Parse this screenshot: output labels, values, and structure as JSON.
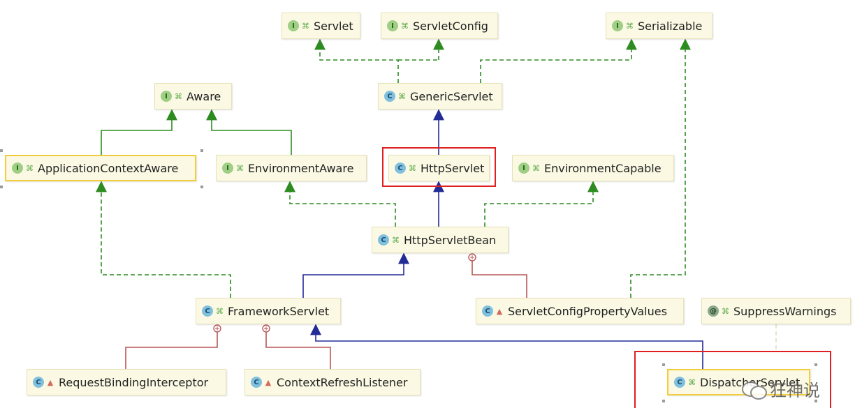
{
  "nodes": [
    {
      "id": "servlet",
      "label": "Servlet",
      "kind": "interface",
      "badge": "I",
      "visibility": "public"
    },
    {
      "id": "servlet-config",
      "label": "ServletConfig",
      "kind": "interface",
      "badge": "I",
      "visibility": "public"
    },
    {
      "id": "serializable",
      "label": "Serializable",
      "kind": "interface",
      "badge": "I",
      "visibility": "public"
    },
    {
      "id": "aware",
      "label": "Aware",
      "kind": "interface",
      "badge": "I",
      "visibility": "public"
    },
    {
      "id": "generic-servlet",
      "label": "GenericServlet",
      "kind": "class",
      "badge": "C",
      "visibility": "public"
    },
    {
      "id": "application-context-aware",
      "label": "ApplicationContextAware",
      "kind": "interface",
      "badge": "I",
      "visibility": "public"
    },
    {
      "id": "environment-aware",
      "label": "EnvironmentAware",
      "kind": "interface",
      "badge": "I",
      "visibility": "public"
    },
    {
      "id": "http-servlet",
      "label": "HttpServlet",
      "kind": "class",
      "badge": "C",
      "visibility": "public"
    },
    {
      "id": "environment-capable",
      "label": "EnvironmentCapable",
      "kind": "interface",
      "badge": "I",
      "visibility": "public"
    },
    {
      "id": "http-servlet-bean",
      "label": "HttpServletBean",
      "kind": "class",
      "badge": "C",
      "visibility": "public"
    },
    {
      "id": "framework-servlet",
      "label": "FrameworkServlet",
      "kind": "class",
      "badge": "C",
      "visibility": "public"
    },
    {
      "id": "servlet-config-property-values",
      "label": "ServletConfigPropertyValues",
      "kind": "class",
      "badge": "C",
      "visibility": "private"
    },
    {
      "id": "suppress-warnings",
      "label": "SuppressWarnings",
      "kind": "annotation",
      "badge": "@",
      "visibility": "public"
    },
    {
      "id": "request-binding-interceptor",
      "label": "RequestBindingInterceptor",
      "kind": "class",
      "badge": "C",
      "visibility": "private"
    },
    {
      "id": "context-refresh-listener",
      "label": "ContextRefreshListener",
      "kind": "class",
      "badge": "C",
      "visibility": "private"
    },
    {
      "id": "dispatcher-servlet",
      "label": "DispatcherServlet",
      "kind": "class",
      "badge": "C",
      "visibility": "public"
    }
  ],
  "edges": [
    {
      "from": "generic-servlet",
      "to": "servlet",
      "type": "implements"
    },
    {
      "from": "generic-servlet",
      "to": "servlet-config",
      "type": "implements"
    },
    {
      "from": "generic-servlet",
      "to": "serializable",
      "type": "implements"
    },
    {
      "from": "http-servlet",
      "to": "generic-servlet",
      "type": "extends"
    },
    {
      "from": "application-context-aware",
      "to": "aware",
      "type": "extends-interface"
    },
    {
      "from": "environment-aware",
      "to": "aware",
      "type": "extends-interface"
    },
    {
      "from": "http-servlet-bean",
      "to": "http-servlet",
      "type": "extends"
    },
    {
      "from": "http-servlet-bean",
      "to": "environment-aware",
      "type": "implements"
    },
    {
      "from": "http-servlet-bean",
      "to": "environment-capable",
      "type": "implements"
    },
    {
      "from": "framework-servlet",
      "to": "http-servlet-bean",
      "type": "extends"
    },
    {
      "from": "framework-servlet",
      "to": "application-context-aware",
      "type": "implements"
    },
    {
      "from": "servlet-config-property-values",
      "to": "http-servlet-bean",
      "type": "inner"
    },
    {
      "from": "servlet-config-property-values",
      "to": "serializable",
      "type": "implements"
    },
    {
      "from": "request-binding-interceptor",
      "to": "framework-servlet",
      "type": "inner"
    },
    {
      "from": "context-refresh-listener",
      "to": "framework-servlet",
      "type": "inner"
    },
    {
      "from": "dispatcher-servlet",
      "to": "framework-servlet",
      "type": "extends"
    }
  ],
  "highlighted": [
    "http-servlet",
    "dispatcher-servlet"
  ],
  "selected": [
    "application-context-aware",
    "dispatcher-servlet"
  ],
  "colors": {
    "implements": "#2e8b22",
    "extends": "#232b97",
    "inner": "#b55757",
    "highlight": "#e02020",
    "node_fill": "#fbf9e3",
    "node_border": "#e7e2b7"
  },
  "watermark": {
    "text": "狂神说"
  }
}
